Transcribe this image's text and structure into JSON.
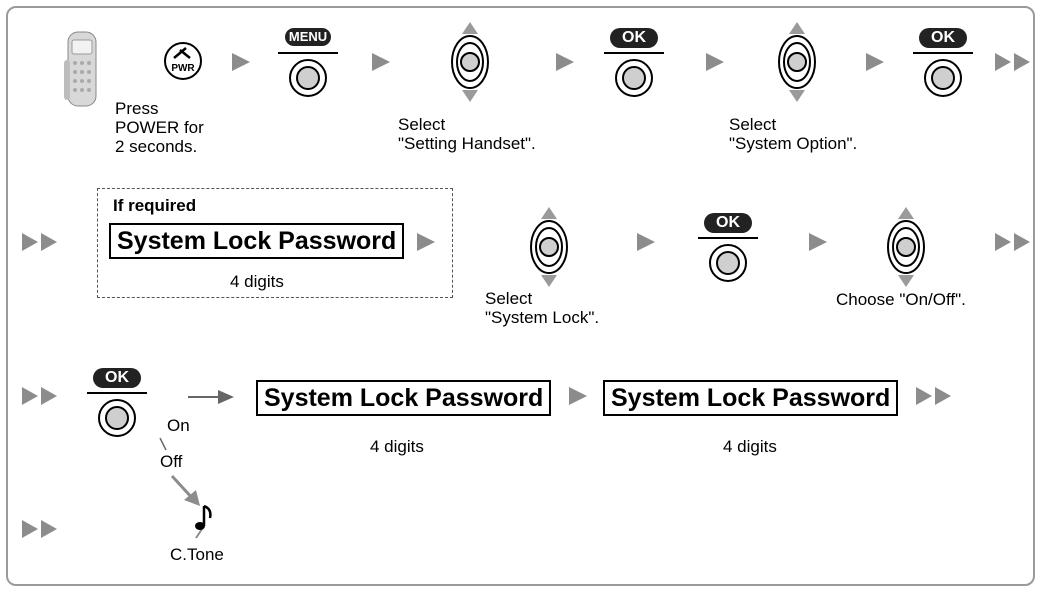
{
  "keys": {
    "menu": "MENU",
    "ok": "OK",
    "power": "PWR"
  },
  "row1": {
    "press_power": "Press\nPOWER for\n2 seconds.",
    "select_setting": "Select\n\"Setting Handset\".",
    "select_system_option": "Select\n\"System Option\"."
  },
  "row2": {
    "if_required": "If required",
    "password": "System Lock Password",
    "digits": "4 digits",
    "select_system_lock": "Select\n\"System Lock\".",
    "choose_onoff": "Choose \"On/Off\"."
  },
  "row3": {
    "on": "On",
    "off": "Off",
    "password_1": "System Lock Password",
    "digits_1": "4 digits",
    "password_2": "System Lock Password",
    "digits_2": "4 digits"
  },
  "row4": {
    "ctone": "C.Tone"
  },
  "colors": {
    "frame": "#9a9a9a",
    "arrow": "#8c8c8c",
    "key_dark": "#222222"
  }
}
